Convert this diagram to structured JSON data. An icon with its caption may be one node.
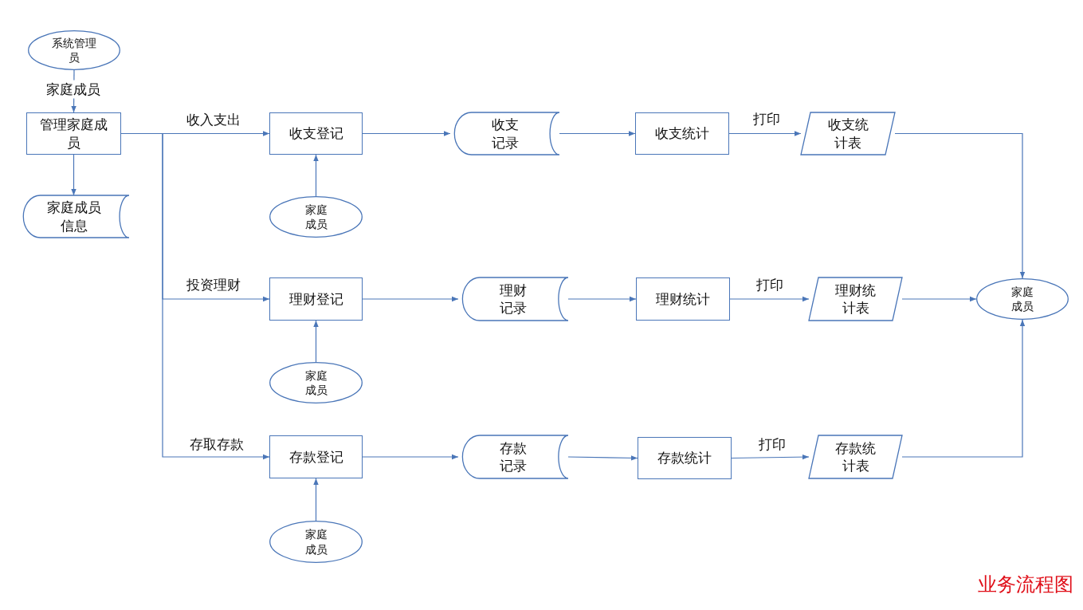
{
  "diagram": {
    "caption": "业务流程图",
    "nodes": [
      {
        "text": [
          "系统管理员"
        ]
      },
      {
        "text": [
          "管理家庭成员"
        ]
      },
      {
        "text": [
          "家庭成员信息"
        ]
      },
      {
        "text": [
          "收支登记"
        ]
      },
      {
        "text": [
          "家庭成员"
        ]
      },
      {
        "text": [
          "收支记录"
        ]
      },
      {
        "text": [
          "收支统计"
        ]
      },
      {
        "text": [
          "收支统计表"
        ]
      },
      {
        "text": [
          "理财登记"
        ]
      },
      {
        "text": [
          "家庭成员"
        ]
      },
      {
        "text": [
          "理财记录"
        ]
      },
      {
        "text": [
          "理财统计"
        ]
      },
      {
        "text": [
          "理财统计表"
        ]
      },
      {
        "text": [
          "家庭成员"
        ]
      },
      {
        "text": [
          "存款登记"
        ]
      },
      {
        "text": [
          "家庭成员"
        ]
      },
      {
        "text": [
          "存款记录"
        ]
      },
      {
        "text": [
          "存款统计"
        ]
      },
      {
        "text": [
          "存款统计表"
        ]
      }
    ],
    "edges": [
      {
        "from": 0,
        "to": 1,
        "arrow": "to",
        "label": "家庭成员"
      },
      {
        "from": 1,
        "to": 2,
        "arrow": "to"
      },
      {
        "from": 1,
        "to": 3,
        "arrow": "to",
        "label": "收入支出"
      },
      {
        "from": 1,
        "to": 8,
        "arrow": "to",
        "label": "投资理财"
      },
      {
        "from": 1,
        "to": 14,
        "arrow": "to",
        "label": "存取存款"
      },
      {
        "from": 4,
        "to": 3,
        "arrow": "to"
      },
      {
        "from": 3,
        "to": 5,
        "arrow": "to"
      },
      {
        "from": 5,
        "to": 6,
        "arrow": "to"
      },
      {
        "from": 6,
        "to": 7,
        "arrow": "to",
        "label": "打印"
      },
      {
        "from": 7,
        "to": 13,
        "arrow": "to"
      },
      {
        "from": 9,
        "to": 8,
        "arrow": "to"
      },
      {
        "from": 8,
        "to": 10,
        "arrow": "to"
      },
      {
        "from": 10,
        "to": 11,
        "arrow": "to"
      },
      {
        "from": 11,
        "to": 12,
        "arrow": "to",
        "label": "打印"
      },
      {
        "from": 12,
        "to": 13,
        "arrow": "to"
      },
      {
        "from": 15,
        "to": 14,
        "arrow": "to"
      },
      {
        "from": 14,
        "to": 16,
        "arrow": "to"
      },
      {
        "from": 16,
        "to": 17,
        "arrow": "to"
      },
      {
        "from": 17,
        "to": 18,
        "arrow": "to",
        "label": "打印"
      },
      {
        "from": 18,
        "to": 13,
        "arrow": "to"
      }
    ]
  }
}
